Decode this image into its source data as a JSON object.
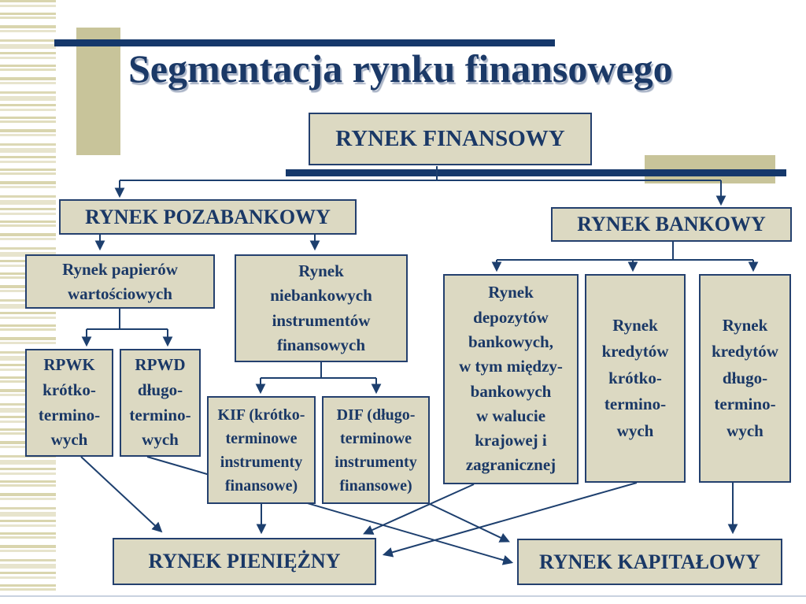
{
  "slide": {
    "title": "Segmentacja rynku finansowego",
    "colors": {
      "navy_text": "#1a3866",
      "navy_bar": "#15386b",
      "box_fill": "#dcd9c2",
      "box_border": "#24406e",
      "accent_tan": "#c8c49a",
      "stripe_olive": "#d9d5ae",
      "bottom_rule": "#c9d2e0"
    }
  },
  "nodes": {
    "finansowy": {
      "label": "RYNEK FINANSOWY"
    },
    "pozabankowy": {
      "label": "RYNEK POZABANKOWY"
    },
    "bankowy": {
      "label": "RYNEK BANKOWY"
    },
    "papiery": {
      "label": "Rynek  papierów\nwartościowych"
    },
    "niebankowe": {
      "label": "Rynek\nniebankowych\ninstrumentów\nfinansowych"
    },
    "rpwk": {
      "label": "RPWK\nkrótko-\ntermino-\nwych"
    },
    "rpwd": {
      "label": "RPWD\ndługo-\ntermino-\nwych"
    },
    "kif": {
      "label": "KIF (krótko-\nterminowe\ninstrumenty\nfinansowe)"
    },
    "dif": {
      "label": "DIF (długo-\nterminowe\ninstrumenty\nfinansowe)"
    },
    "depozyty": {
      "label": "Rynek\ndepozytów\nbankowych,\nw tym między-\nbankowych\nw walucie\nkrajowej i\nzagranicznej"
    },
    "kredyty_krotko": {
      "label": "Rynek\nkredytów\nkrótko-\ntermino-\nwych"
    },
    "kredyty_dlugo": {
      "label": "Rynek\nkredytów\ndługo-\ntermino-\nwych"
    },
    "pieniezny": {
      "label": "RYNEK PIENIĘŻNY"
    },
    "kapitalowy": {
      "label": "RYNEK KAPITAŁOWY"
    }
  }
}
